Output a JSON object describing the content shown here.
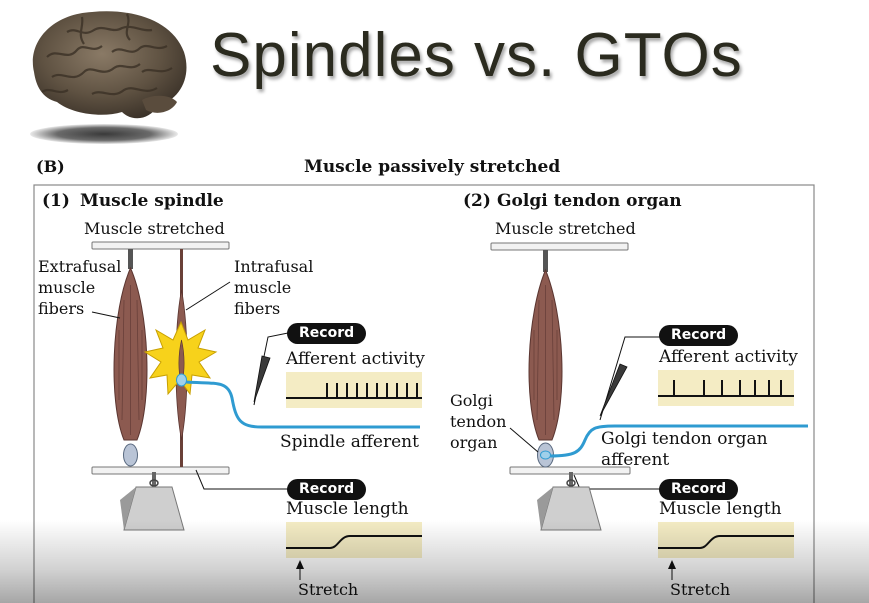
{
  "slide": {
    "title": "Spindles vs. GTOs"
  },
  "figure": {
    "panel_label": "(B)",
    "heading": "Muscle passively stretched",
    "spindle_panel": {
      "number": "(1)",
      "title": "Muscle spindle",
      "muscle_stretched": "Muscle stretched",
      "extrafusal": [
        "Extrafusal",
        "muscle",
        "fibers"
      ],
      "intrafusal": [
        "Intrafusal",
        "muscle",
        "fibers"
      ],
      "record_top": "Record",
      "afferent_activity": "Afferent activity",
      "afferent_label": "Spindle afferent",
      "record_bottom": "Record",
      "muscle_length": "Muscle length",
      "stretch": "Stretch"
    },
    "gto_panel": {
      "number": "(2)",
      "title": "Golgi tendon organ",
      "muscle_stretched": "Muscle stretched",
      "organ_label": [
        "Golgi",
        "tendon",
        "organ"
      ],
      "record_top": "Record",
      "afferent_activity": "Afferent activity",
      "afferent_label": [
        "Golgi tendon organ",
        "afferent"
      ],
      "record_bottom": "Record",
      "muscle_length": "Muscle length",
      "stretch": "Stretch"
    }
  },
  "colors": {
    "trace_bg": "#f4ecc4",
    "afferent": "#2f9bd1",
    "muscle": "#8c5a50",
    "starburst": "#f7d21b"
  }
}
